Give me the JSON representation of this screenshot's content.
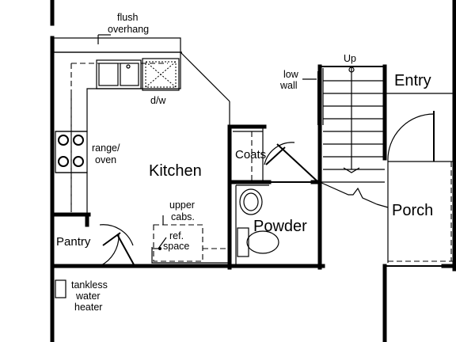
{
  "labels": {
    "flush_overhang": [
      "flush",
      "overhang"
    ],
    "dw": "d/w",
    "range_oven": [
      "range/",
      "oven"
    ],
    "kitchen": "Kitchen",
    "upper_cabs": [
      "upper",
      "cabs."
    ],
    "ref_space": [
      "ref.",
      "space"
    ],
    "pantry": "Pantry",
    "tankless_water_heater": [
      "tankless",
      "water",
      "heater"
    ],
    "coats": "Coats",
    "powder": "Powder",
    "low_wall": [
      "low",
      "wall"
    ],
    "up": "Up",
    "entry": "Entry",
    "porch": "Porch"
  },
  "colors": {
    "line": "#000000",
    "background": "#ffffff"
  }
}
